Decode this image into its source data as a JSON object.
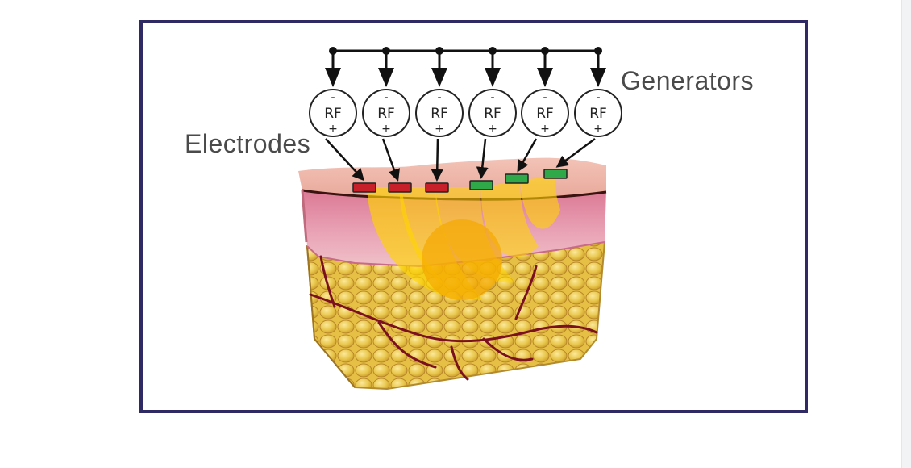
{
  "labels": {
    "generators": "Generators",
    "electrodes": "Electrodes"
  },
  "generator": {
    "text": "RF",
    "negative": "-",
    "positive": "+"
  },
  "generator_count": 6,
  "electrode_states": [
    "red",
    "red",
    "red",
    "green",
    "green",
    "green"
  ],
  "colors": {
    "frame": "#2f2a63",
    "red_electrode": "#c8202a",
    "green_electrode": "#2fa84a",
    "heat_zone": "#ffd400",
    "fat": "#e8c64a",
    "skin": "#e59aa8",
    "vessel": "#7a1020"
  }
}
